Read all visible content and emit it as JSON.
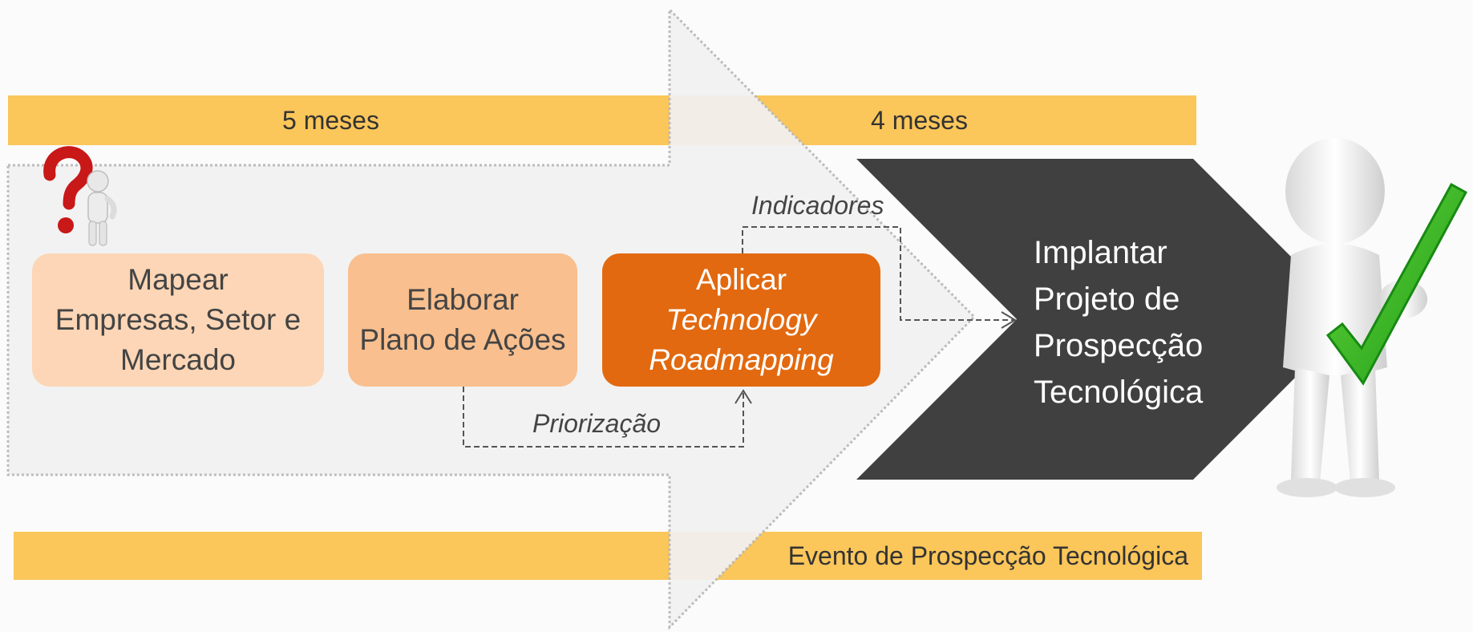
{
  "timeline": {
    "top_left_label": "5 meses",
    "top_right_label": "4 meses",
    "bottom_right_label": "Evento de Prospecção Tecnológica"
  },
  "steps": [
    {
      "lines": [
        "Mapear",
        "Empresas, Setor e",
        "Mercado"
      ]
    },
    {
      "lines": [
        "Elaborar",
        "Plano de Ações"
      ]
    },
    {
      "lines": [
        "Aplicar",
        "Technology",
        "Roadmapping"
      ]
    }
  ],
  "connectors": {
    "priorizacao": "Priorização",
    "indicadores": "Indicadores"
  },
  "goal": {
    "lines": [
      "Implantar",
      "Projeto de",
      "Prospecção",
      "Tecnológica"
    ]
  },
  "colors": {
    "band": "#fbc65a",
    "step1": "#fcd6b6",
    "step2": "#f9bf8e",
    "step3": "#e2690f",
    "goal": "#404040",
    "arrow_fill": "#f2f2f2"
  },
  "icons": [
    "question-mark-figure-icon",
    "check-mark-figure-icon"
  ]
}
